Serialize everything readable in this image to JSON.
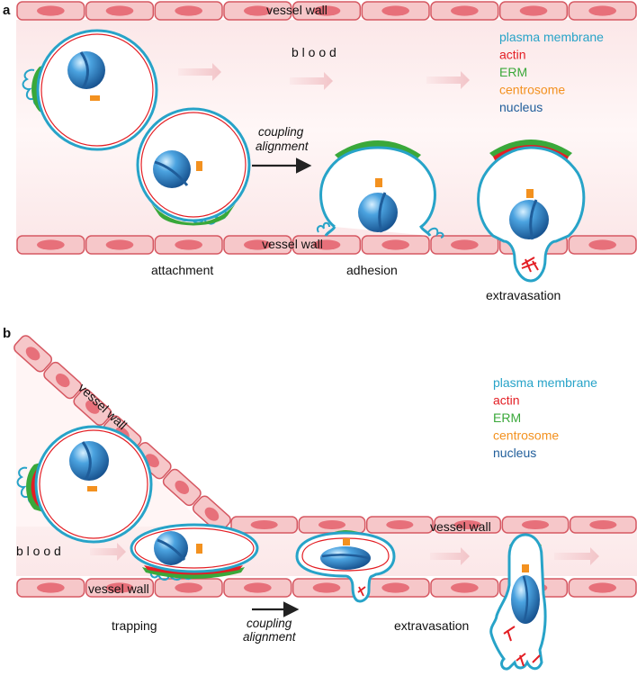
{
  "panel_a": {
    "letter": "a",
    "vessel_wall_top": "vessel wall",
    "vessel_wall_bottom": "vessel wall",
    "blood": "b l o o d",
    "coupling_line1": "coupling",
    "coupling_line2": "alignment",
    "stage1": "attachment",
    "stage2": "adhesion",
    "stage3": "extravasation",
    "legend": [
      {
        "label": "plasma membrane",
        "color": "#27a3c8"
      },
      {
        "label": "actin",
        "color": "#e31e24"
      },
      {
        "label": "ERM",
        "color": "#3aa83a"
      },
      {
        "label": "centrosome",
        "color": "#f3911f"
      },
      {
        "label": "nucleus",
        "color": "#1f5d9a"
      }
    ]
  },
  "panel_b": {
    "letter": "b",
    "vessel_wall_diag": "vessel wall",
    "vessel_wall_top": "vessel wall",
    "vessel_wall_bottom": "vessel wall",
    "blood": "b l o o d",
    "coupling_line1": "coupling",
    "coupling_line2": "alignment",
    "stage1": "trapping",
    "stage2": "extravasation",
    "legend": [
      {
        "label": "plasma membrane",
        "color": "#27a3c8"
      },
      {
        "label": "actin",
        "color": "#e31e24"
      },
      {
        "label": "ERM",
        "color": "#3aa83a"
      },
      {
        "label": "centrosome",
        "color": "#f3911f"
      },
      {
        "label": "nucleus",
        "color": "#1f5d9a"
      }
    ]
  },
  "colors": {
    "membrane": "#27a3c8",
    "actin": "#e31e24",
    "erm": "#3aa83a",
    "centrosome": "#f3911f",
    "nucleus": "#1f5d9a",
    "vessel_fill": "#f6c7c9",
    "vessel_stroke": "#d65862",
    "vessel_nucleus": "#e7707a",
    "blood_arrow": "#f2c4c8"
  }
}
